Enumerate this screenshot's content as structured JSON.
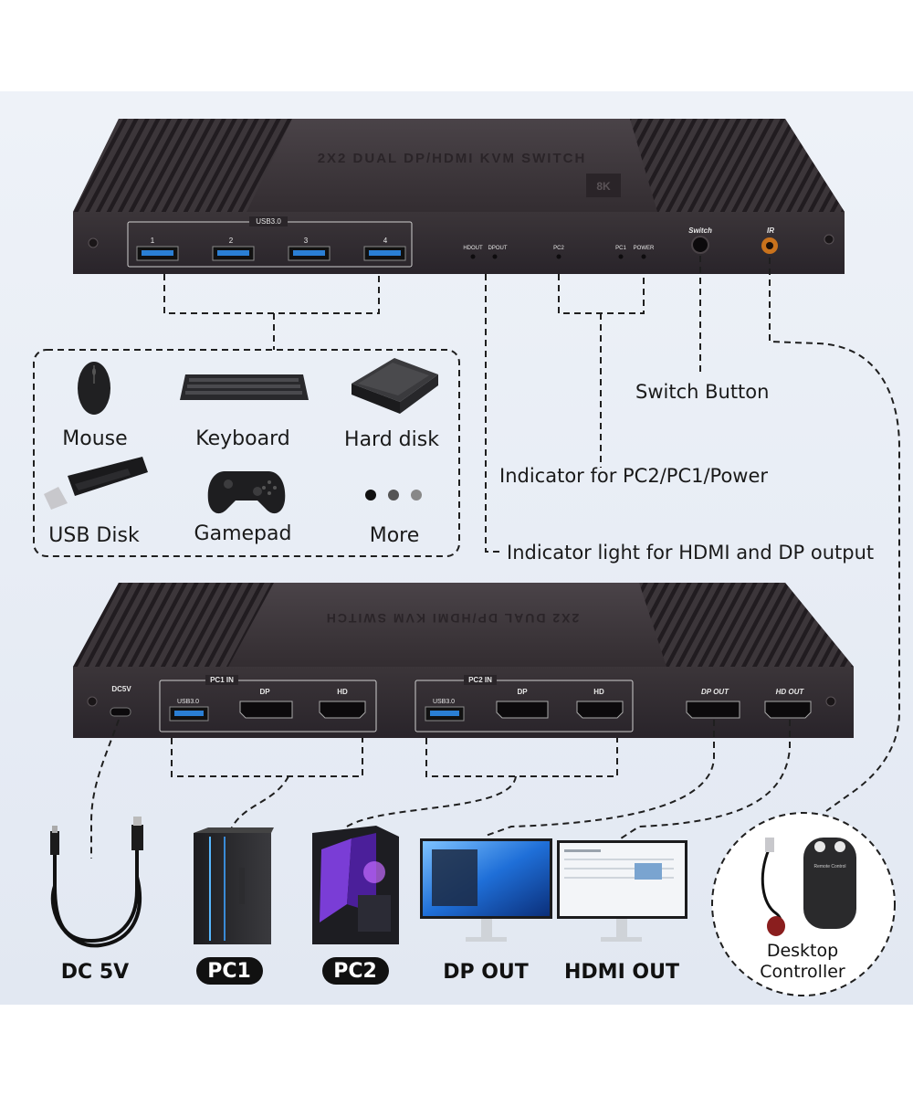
{
  "front_panel": {
    "top_text": "2X2 DUAL DP/HDMI KVM SWITCH",
    "badge_8k": "8K",
    "usb_group": "USB3.0",
    "port_numbers": [
      "1",
      "2",
      "3",
      "4"
    ],
    "hdout_led": "HDOUT",
    "dpout_led": "DPOUT",
    "pc2_led": "PC2",
    "pc1_led": "PC1",
    "power_led": "POWER",
    "switch_label": "Switch",
    "ir_label": "IR"
  },
  "devices": {
    "mouse": "Mouse",
    "keyboard": "Keyboard",
    "hard_disk": "Hard disk",
    "usb_disk": "USB Disk",
    "gamepad": "Gamepad",
    "more": "More"
  },
  "callouts": {
    "switch_button": "Switch Button",
    "indicator_pc": "Indicator for PC2/PC1/Power",
    "indicator_output": "Indicator light for HDMI and DP output"
  },
  "rear_panel": {
    "dc5v": "DC5V",
    "pc1_in": "PC1 IN",
    "pc2_in": "PC2 IN",
    "usb30": "USB3.0",
    "dp": "DP",
    "hd": "HD",
    "dp_out": "DP OUT",
    "hd_out": "HD OUT"
  },
  "bottom": {
    "dc": "DC 5V",
    "pc1": "PC1",
    "pc2": "PC2",
    "dp_out": "DP OUT",
    "hdmi_out": "HDMI OUT",
    "controller_line1": "Desktop",
    "controller_line2": "Controller",
    "controller_button_label": "Remote Control"
  },
  "colors": {
    "chassis": "#3a3438",
    "chassis_dark": "#2a2529",
    "usb_blue": "#2a7fd4",
    "label_pill": "#111111"
  }
}
